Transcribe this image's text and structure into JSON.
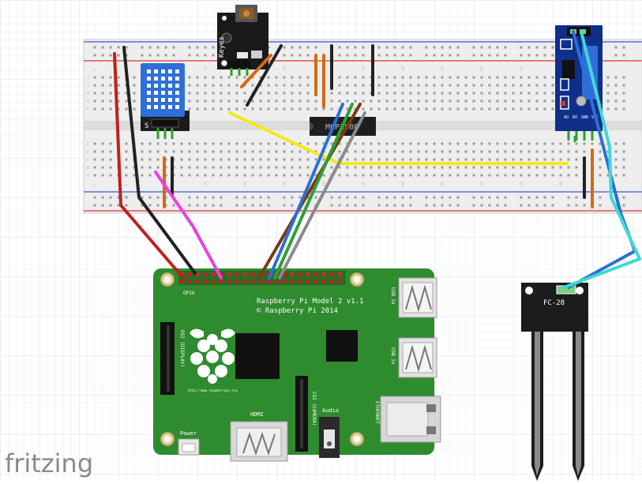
{
  "app": {
    "logo_text": "fritzing"
  },
  "breadboard": {
    "column_labels": [
      "1",
      "5",
      "10",
      "15",
      "20",
      "25",
      "30",
      "35",
      "40",
      "45",
      "50",
      "55",
      "60"
    ],
    "row_labels_top": [
      "J",
      "I",
      "H",
      "G",
      "F"
    ],
    "row_labels_bottom": [
      "E",
      "D",
      "C",
      "B",
      "A"
    ]
  },
  "components": {
    "ldr_module": {
      "label": "Keyes"
    },
    "adc_chip": {
      "label": "MCP3008"
    },
    "soil_sensor": {
      "label": "FC-28"
    },
    "comparator_module": {
      "pin_labels": [
        "AO",
        "DO",
        "GND",
        "VCC"
      ]
    },
    "dht_module": {
      "pin_label": "S"
    }
  },
  "raspberry_pi": {
    "model_text": "Raspberry Pi Model 2 v1.1",
    "copyright_text": "© Raspberry Pi 2014",
    "gpio_label": "GPIO",
    "dsi_label": "DSI (DISPLAY)",
    "csi_label": "CSI (CAMERA)",
    "hdmi_label": "HDMI",
    "audio_label": "Audio",
    "power_label": "Power",
    "usb1_label": "USB 2x",
    "usb2_label": "USB 2x",
    "ethernet_label": "ETHERNET",
    "url_text": "http://www.raspberrypi.org"
  },
  "colors": {
    "pcb_green": "#2e8b2e",
    "wire_red": "#c0201b",
    "wire_black": "#222222",
    "wire_magenta": "#ea3fe0",
    "wire_yellow": "#f3e81b",
    "wire_orange": "#d26a15",
    "wire_blue": "#2c6fd6",
    "wire_green": "#2f9f3a",
    "wire_brown": "#7a3a12",
    "wire_gray": "#8a8a8a",
    "wire_cyan": "#3fd9d2"
  }
}
